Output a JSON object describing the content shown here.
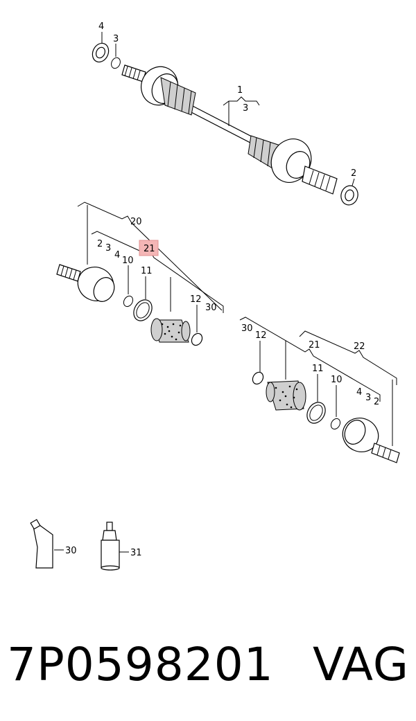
{
  "callouts": {
    "c1": "1",
    "c2_top": "2",
    "c3_top": "3",
    "c3_bracket": "3",
    "c4_top": "4",
    "c20": "20",
    "c21_highlight": "21",
    "c2_left": "2",
    "c3_left": "3",
    "c4_left": "4",
    "c10_left": "10",
    "c11_left": "11",
    "c12_left": "12",
    "c30_left": "30",
    "c30_right": "30",
    "c12_right": "12",
    "c21_right": "21",
    "c22": "22",
    "c11_right": "11",
    "c10_right": "10",
    "c4_right": "4",
    "c3_right": "3",
    "c2_right": "2",
    "c30_tube": "30",
    "c31_bottle": "31"
  },
  "highlight_color": "#f4b6b6",
  "banner": {
    "part_number": "7P0598201",
    "brand": "VAG"
  }
}
